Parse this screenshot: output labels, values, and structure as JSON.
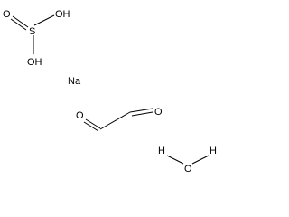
{
  "sulfurous_acid": {
    "oxo": "O",
    "sulfur": "S",
    "hydroxyl_top": "OH",
    "hydroxyl_bottom": "OH"
  },
  "sodium": {
    "label": "Na"
  },
  "glyoxal": {
    "oxygen_left": "O",
    "oxygen_right": "O"
  },
  "water": {
    "hydrogen_left": "H",
    "oxygen": "O",
    "hydrogen_right": "H"
  },
  "colors": {
    "ink": "#000000",
    "background": "#ffffff"
  }
}
